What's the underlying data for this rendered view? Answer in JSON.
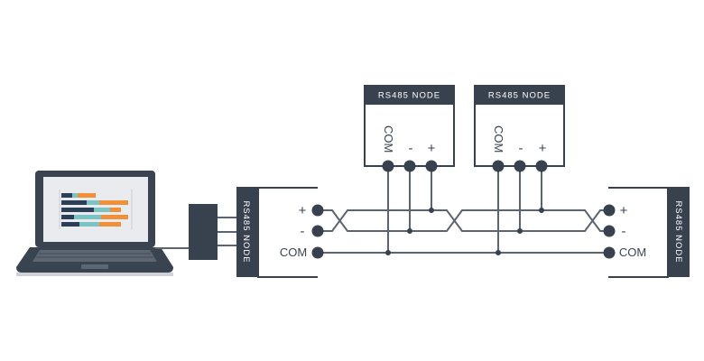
{
  "nodes": {
    "left": {
      "title": "RS485 NODE",
      "plus": "+",
      "minus": "-",
      "com": "COM"
    },
    "right": {
      "title": "RS485 NODE",
      "plus": "+",
      "minus": "-",
      "com": "COM"
    },
    "top_a": {
      "title": "RS485 NODE",
      "com": "COM",
      "minus": "-",
      "plus": "+"
    },
    "top_b": {
      "title": "RS485 NODE",
      "com": "COM",
      "minus": "-",
      "plus": "+"
    }
  },
  "colors": {
    "dark": "#38424f",
    "line": "#5b6470",
    "screen_orange": "#f0913a",
    "screen_teal": "#7cc3c3",
    "screen_navy": "#2b3f57"
  }
}
